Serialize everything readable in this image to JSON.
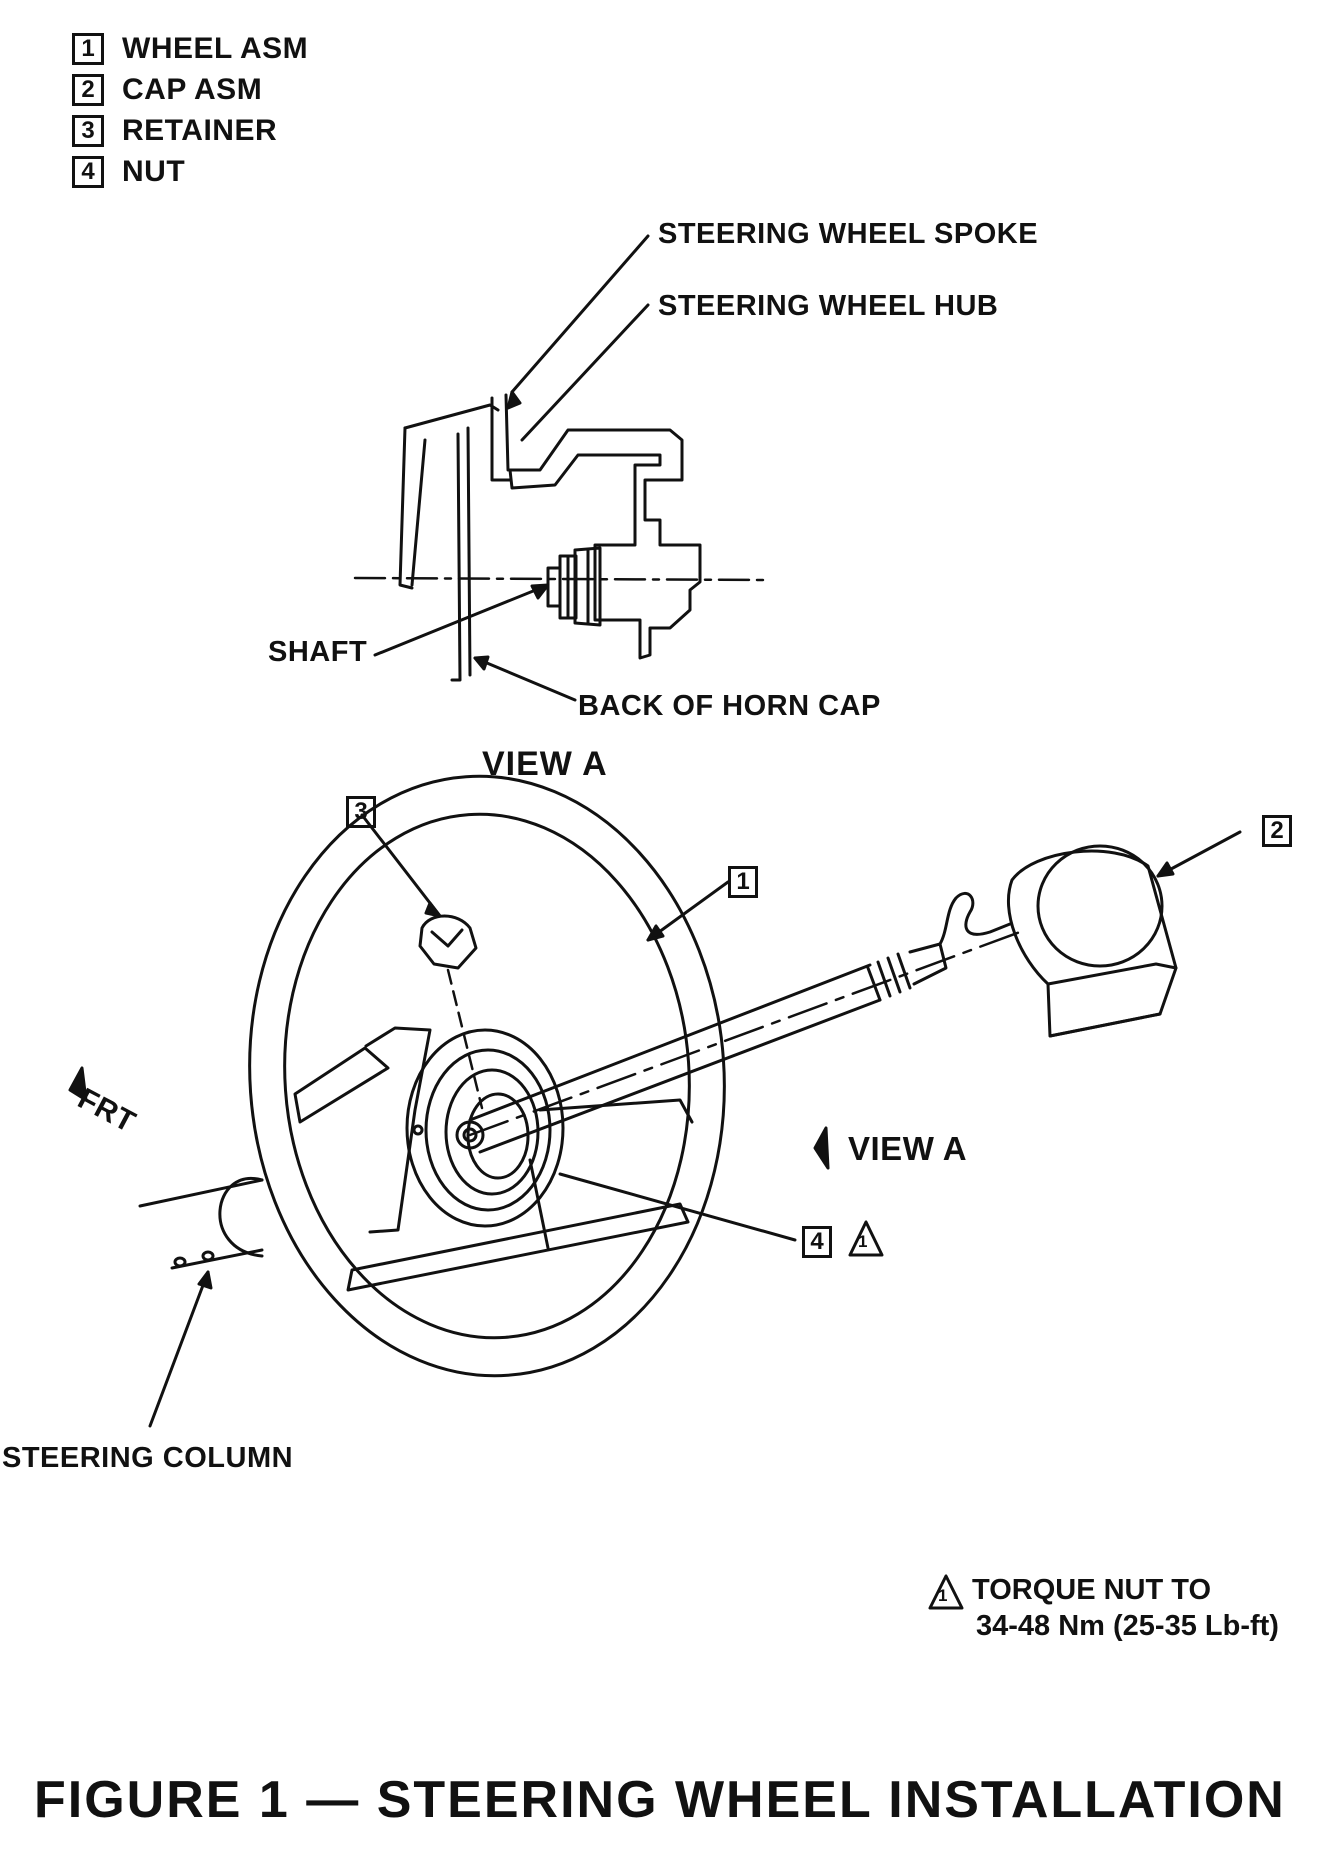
{
  "legend": [
    {
      "num": "1",
      "label": "WHEEL ASM"
    },
    {
      "num": "2",
      "label": "CAP ASM"
    },
    {
      "num": "3",
      "label": "RETAINER"
    },
    {
      "num": "4",
      "label": "NUT"
    }
  ],
  "view_a": {
    "spoke_label": "STEERING WHEEL SPOKE",
    "hub_label": "STEERING WHEEL HUB",
    "shaft_label": "SHAFT",
    "horn_cap_label": "BACK OF HORN CAP",
    "title": "VIEW A"
  },
  "main_view": {
    "callout_1": "1",
    "callout_2": "2",
    "callout_3": "3",
    "callout_4": "4",
    "warning_num": "1",
    "frt_label": "FRT",
    "view_a_pointer": "VIEW A",
    "column_label": "STEERING COLUMN"
  },
  "torque_note": {
    "warning_num": "1",
    "line1": "TORQUE NUT TO",
    "line2": "34-48 Nm (25-35 Lb-ft)"
  },
  "caption": "FIGURE 1 — STEERING WHEEL INSTALLATION"
}
